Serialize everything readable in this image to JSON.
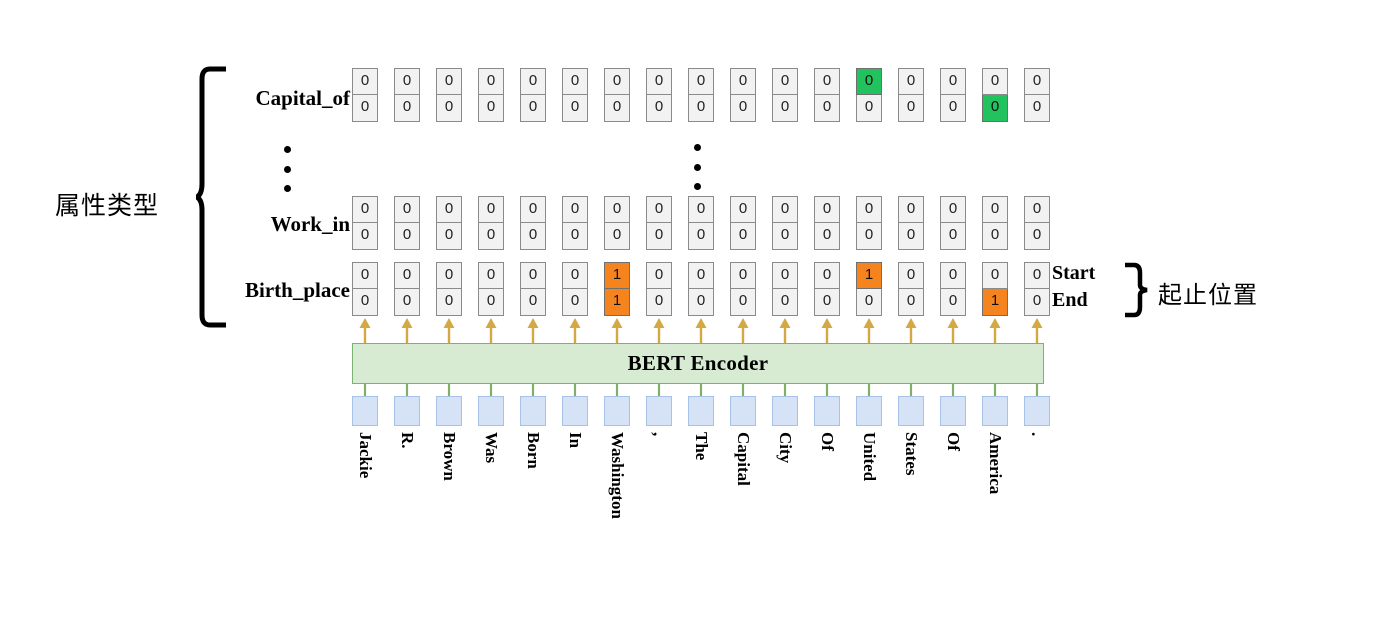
{
  "diagram": {
    "title": "BERT attribute-type start/end tagging diagram",
    "group_label_left": "属性类型",
    "group_label_right": "起止位置",
    "encoder_label": "BERT Encoder",
    "start_label": "Start",
    "end_label": "End",
    "ellipsis_glyph": "⋮"
  },
  "colors": {
    "highlight_green": "#22c35f",
    "highlight_orange": "#f5841f",
    "encoder_fill": "#d7ead2",
    "encoder_border": "#79b473",
    "token_fill": "#d6e3f6",
    "token_border": "#a6c2e6",
    "cell_fill": "#f2f2f2",
    "cell_border": "#8a8a8a",
    "arrow_color": "#d4a843",
    "connector_color": "#7fb069"
  },
  "tokens": [
    "Jackie",
    "R.",
    "Brown",
    "Was",
    "Born",
    "In",
    "Washington",
    ",",
    "The",
    "Capital",
    "City",
    "Of",
    "United",
    "States",
    "Of",
    "America",
    "."
  ],
  "rows": [
    {
      "name": "Capital_of",
      "label": "Capital_of",
      "start": [
        "0",
        "0",
        "0",
        "0",
        "0",
        "0",
        "0",
        "0",
        "0",
        "0",
        "0",
        "0",
        "0",
        "0",
        "0",
        "0",
        "0"
      ],
      "end": [
        "0",
        "0",
        "0",
        "0",
        "0",
        "0",
        "0",
        "0",
        "0",
        "0",
        "0",
        "0",
        "0",
        "0",
        "0",
        "0",
        "0"
      ],
      "start_highlight": [
        12
      ],
      "end_highlight": [
        15
      ],
      "highlight_color": "green"
    },
    {
      "name": "Work_in",
      "label": "Work_in",
      "start": [
        "0",
        "0",
        "0",
        "0",
        "0",
        "0",
        "0",
        "0",
        "0",
        "0",
        "0",
        "0",
        "0",
        "0",
        "0",
        "0",
        "0"
      ],
      "end": [
        "0",
        "0",
        "0",
        "0",
        "0",
        "0",
        "0",
        "0",
        "0",
        "0",
        "0",
        "0",
        "0",
        "0",
        "0",
        "0",
        "0"
      ],
      "start_highlight": [],
      "end_highlight": [],
      "highlight_color": "none"
    },
    {
      "name": "Birth_place",
      "label": "Birth_place",
      "start": [
        "0",
        "0",
        "0",
        "0",
        "0",
        "0",
        "1",
        "0",
        "0",
        "0",
        "0",
        "0",
        "1",
        "0",
        "0",
        "0",
        "0"
      ],
      "end": [
        "0",
        "0",
        "0",
        "0",
        "0",
        "0",
        "1",
        "0",
        "0",
        "0",
        "0",
        "0",
        "0",
        "0",
        "0",
        "1",
        "0"
      ],
      "start_highlight": [
        6,
        12
      ],
      "end_highlight": [
        6,
        15
      ],
      "highlight_color": "orange"
    }
  ]
}
